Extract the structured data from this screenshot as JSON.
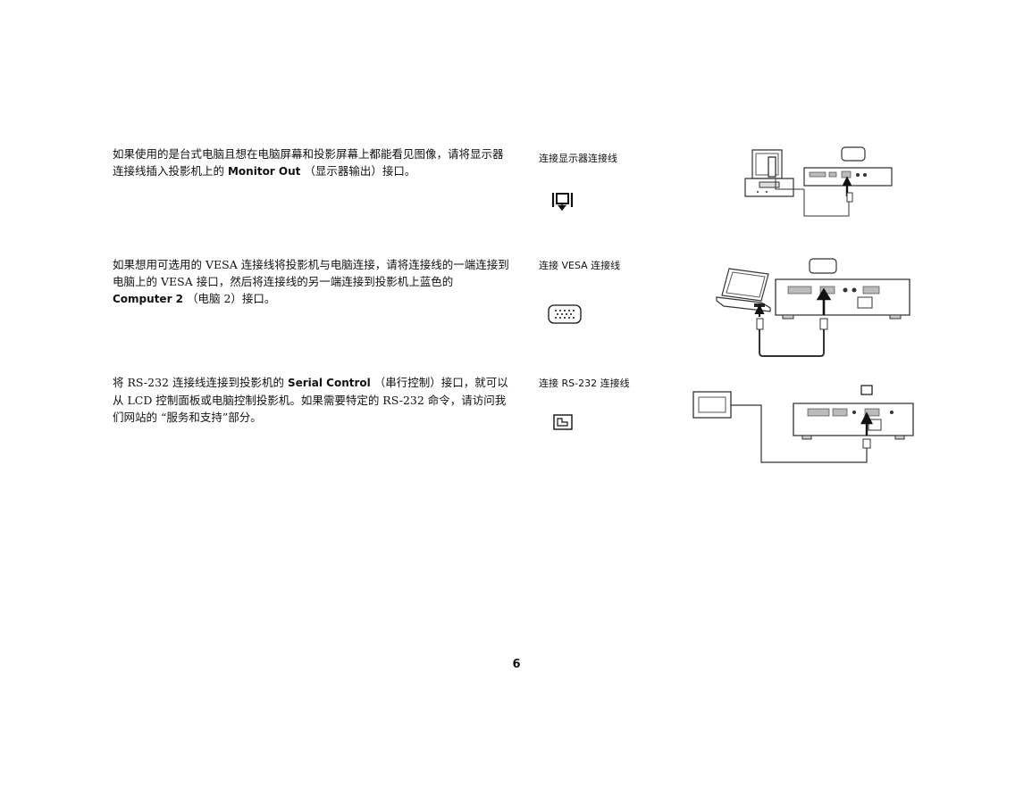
{
  "sections": [
    {
      "text_before": "如果使用的是台式电脑且想在电脑屏幕和投影屏幕上都能看见图像，请将显示器连接线插入投影机上的 ",
      "bold": "Monitor Out",
      "text_after": " （显示器输出）接口。",
      "caption": "连接显示器连接线",
      "icon": "monitor-out-icon"
    },
    {
      "text_before": "如果想用可选用的 VESA 连接线将投影机与电脑连接，请将连接线的一端连接到电脑上的 VESA 接口，然后将连接线的另一端连接到投影机上蓝色的 ",
      "bold": "Computer 2",
      "text_after": " （电脑 2）接口。",
      "caption": "连接 VESA 连接线",
      "icon": "vesa-connector-icon"
    },
    {
      "text_before": "将 RS-232 连接线连接到投影机的 ",
      "bold": "Serial Control",
      "text_after": " （串行控制）接口，就可以从 LCD 控制面板或电脑控制投影机。如果需要特定的 RS-232 命令，请访问我们网站的 “服务和支持”部分。",
      "caption": "连接 RS-232 连接线",
      "icon": "serial-port-icon"
    }
  ],
  "page_number": "6"
}
